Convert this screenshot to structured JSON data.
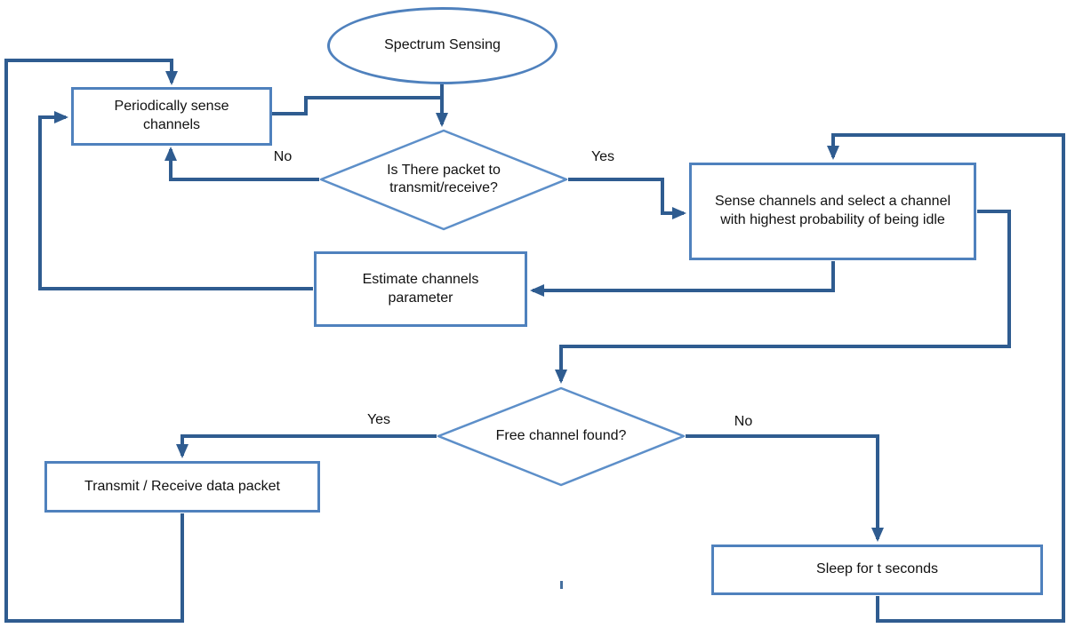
{
  "diagram": {
    "type": "flowchart",
    "background": "#ffffff",
    "colors": {
      "process_border": "#4f81bd",
      "decision_border": "#5d8fc9",
      "connector": "#2f5c90",
      "text": "#111111"
    },
    "nodes": {
      "start": {
        "type": "terminator",
        "label": "Spectrum Sensing"
      },
      "periodic_sense": {
        "type": "process",
        "label": "Periodically sense channels"
      },
      "packet_decision": {
        "type": "decision",
        "label": "Is There packet to transmit/receive?"
      },
      "sense_select": {
        "type": "process",
        "label": "Sense channels and select a channel with highest probability of being idle"
      },
      "estimate_params": {
        "type": "process",
        "label": "Estimate channels parameter"
      },
      "free_channel_decision": {
        "type": "decision",
        "label": "Free channel found?"
      },
      "transmit_receive": {
        "type": "process",
        "label": "Transmit / Receive data packet"
      },
      "sleep": {
        "type": "process",
        "label": "Sleep for t seconds"
      }
    },
    "edge_labels": {
      "packet_no": "No",
      "packet_yes": "Yes",
      "free_yes": "Yes",
      "free_no": "No"
    },
    "edges": [
      {
        "from": "start",
        "to": "packet_decision",
        "label": ""
      },
      {
        "from": "periodic_sense",
        "to": "packet_decision",
        "label": ""
      },
      {
        "from": "packet_decision",
        "to": "periodic_sense",
        "label": "No"
      },
      {
        "from": "packet_decision",
        "to": "sense_select",
        "label": "Yes"
      },
      {
        "from": "sense_select",
        "to": "estimate_params",
        "label": ""
      },
      {
        "from": "estimate_params",
        "to": "periodic_sense",
        "label": ""
      },
      {
        "from": "sense_select",
        "to": "free_channel_decision",
        "label": ""
      },
      {
        "from": "free_channel_decision",
        "to": "transmit_receive",
        "label": "Yes"
      },
      {
        "from": "free_channel_decision",
        "to": "sleep",
        "label": "No"
      },
      {
        "from": "transmit_receive",
        "to": "periodic_sense",
        "label": ""
      },
      {
        "from": "sleep",
        "to": "sense_select",
        "label": ""
      }
    ]
  }
}
